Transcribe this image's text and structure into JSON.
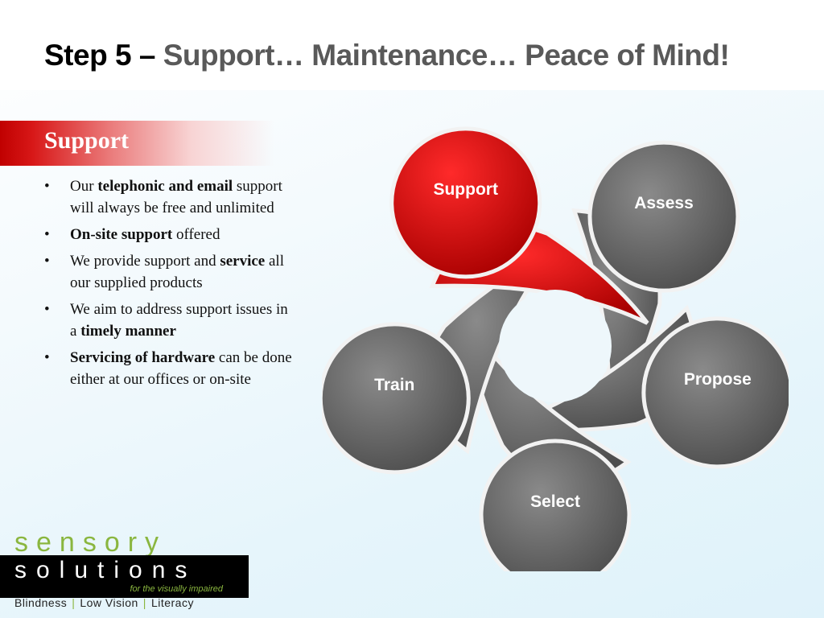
{
  "title": {
    "lead": "Step 5 –",
    "rest": "Support… Maintenance… Peace of Mind!"
  },
  "section": {
    "title": "Support"
  },
  "bullets": [
    {
      "parts": [
        {
          "t": "Our ",
          "b": false
        },
        {
          "t": "telephonic and email",
          "b": true
        },
        {
          "t": " support will always be free and unlimited",
          "b": false
        }
      ]
    },
    {
      "parts": [
        {
          "t": "On-site support",
          "b": true
        },
        {
          "t": " offered",
          "b": false
        }
      ]
    },
    {
      "parts": [
        {
          "t": "We provide support and ",
          "b": false
        },
        {
          "t": "service",
          "b": true
        },
        {
          "t": " all our supplied products",
          "b": false
        }
      ]
    },
    {
      "parts": [
        {
          "t": "We aim to address support issues in a ",
          "b": false
        },
        {
          "t": "timely manner",
          "b": true
        }
      ]
    },
    {
      "parts": [
        {
          "t": "Servicing of hardware",
          "b": true
        },
        {
          "t": " can be done either at our offices or on-site",
          "b": false
        }
      ]
    }
  ],
  "cycle": {
    "steps": [
      "Support",
      "Assess",
      "Propose",
      "Select",
      "Train"
    ],
    "active": "Support",
    "colors": {
      "active": "#d40000",
      "inactive": "#6f6f6f",
      "ring": "#f2f2f2"
    }
  },
  "logo": {
    "top": "sensory",
    "middle": "solutions",
    "tagline": "for the visually impaired",
    "footer": [
      "Blindness",
      "Low Vision",
      "Literacy"
    ],
    "separator": "|",
    "colors": {
      "green": "#8ab63f",
      "box": "#000000"
    }
  }
}
